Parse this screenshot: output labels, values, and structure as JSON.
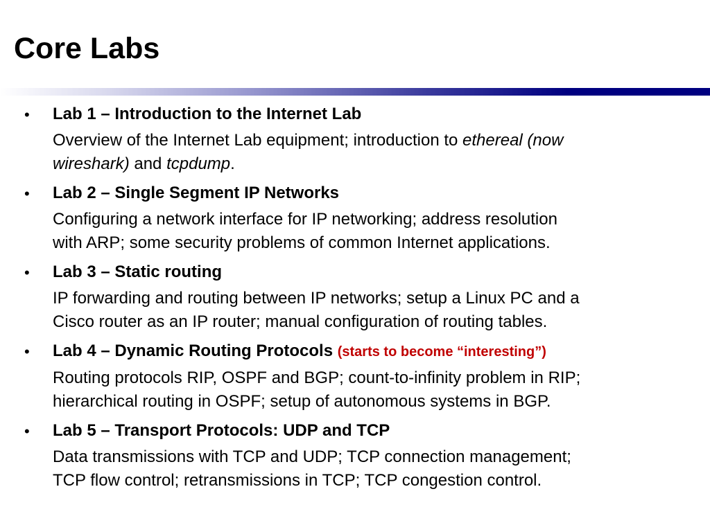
{
  "slide": {
    "title": "Core Labs",
    "accent_colors": {
      "rule": "#000080",
      "note": "#c00000"
    }
  },
  "labs": [
    {
      "bullet": "•",
      "heading": "Lab 1 –  Introduction to the Internet Lab",
      "desc": {
        "l1_a": "Overview of the Internet Lab equipment; introduction to ",
        "l1_b": "ethereal (now",
        "l2_a": "wireshark)",
        "l2_b": " and ",
        "l2_c": "tcpdump",
        "l2_d": "."
      }
    },
    {
      "bullet": "•",
      "heading": "Lab 2 – Single Segment IP Networks",
      "desc": {
        "l1": "Configuring a network interface for IP networking; address resolution",
        "l2": "with ARP; some security problems of common Internet applications."
      }
    },
    {
      "bullet": "•",
      "heading": "Lab 3 – Static routing",
      "desc": {
        "l1": "IP forwarding and routing between IP networks; setup a Linux PC and a",
        "l2": "Cisco router as an IP router; manual configuration of routing tables."
      }
    },
    {
      "bullet": "•",
      "heading": "Lab 4 – Dynamic Routing Protocols",
      "note": "(starts to become “interesting”)",
      "desc": {
        "l1": "Routing protocols RIP, OSPF and BGP; count-to-infinity problem in RIP;",
        "l2": "hierarchical routing in OSPF; setup of autonomous systems in BGP."
      }
    },
    {
      "bullet": "•",
      "heading": "Lab 5 – Transport  Protocols: UDP and TCP",
      "desc": {
        "l1": "Data transmissions with TCP and UDP; TCP connection management;",
        "l2": "TCP flow control; retransmissions in TCP; TCP congestion control."
      }
    }
  ]
}
